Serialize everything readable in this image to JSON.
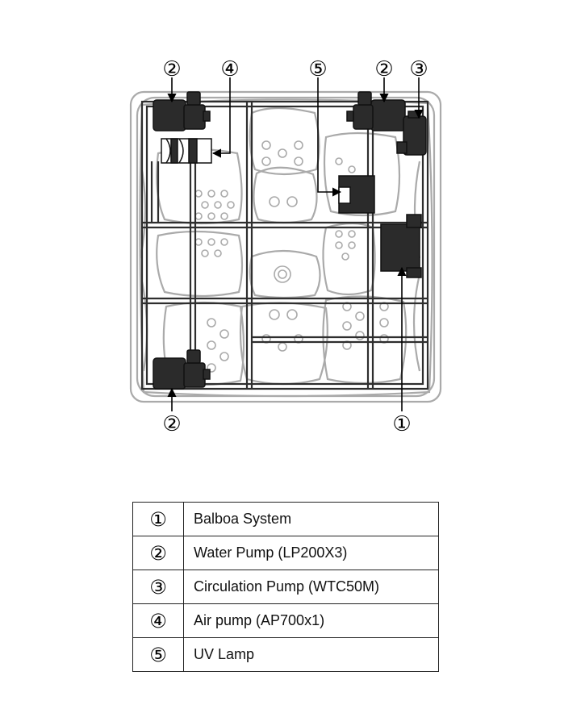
{
  "callouts": {
    "top_left_pump": "②",
    "air_pump": "④",
    "uv_lamp": "⑤",
    "top_right_pump": "②",
    "circulation_pump": "③",
    "bottom_left_pump": "②",
    "balboa_system": "①"
  },
  "legend": [
    {
      "num": "①",
      "label": "Balboa System"
    },
    {
      "num": "②",
      "label": "Water Pump (LP200X3)"
    },
    {
      "num": "③",
      "label": "Circulation Pump (WTC50M)"
    },
    {
      "num": "④",
      "label": "Air pump (AP700x1)"
    },
    {
      "num": "⑤",
      "label": "UV Lamp"
    }
  ],
  "colors": {
    "outline": "#aaaaaa",
    "frame": "#2e2e2e",
    "component": "#2b2b2b"
  }
}
